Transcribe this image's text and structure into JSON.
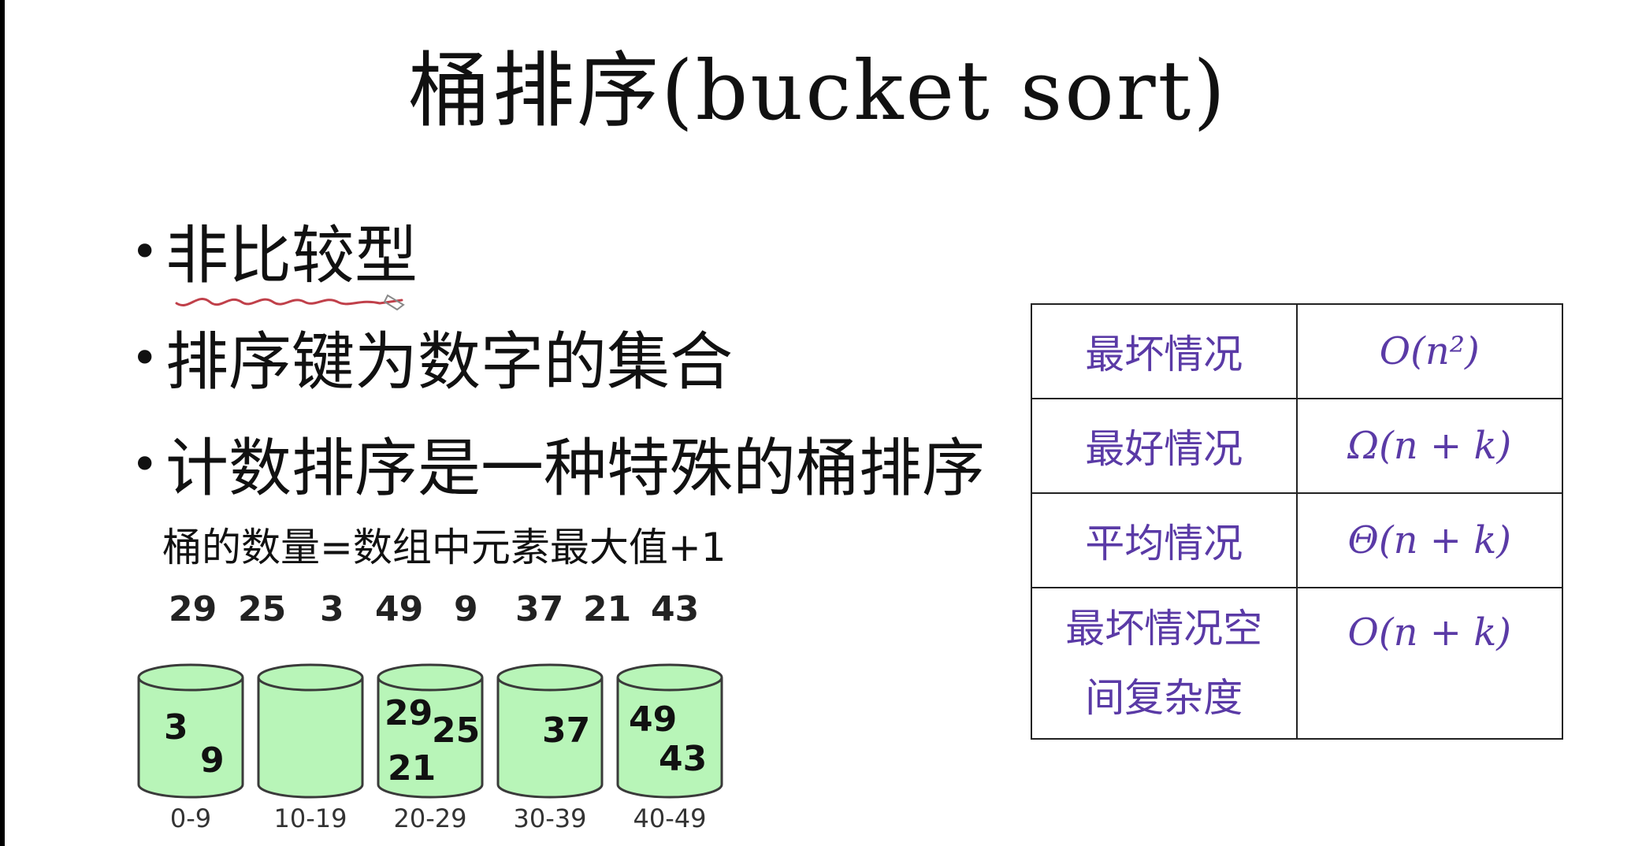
{
  "title": "桶排序(bucket sort)",
  "bullets": [
    "非比较型",
    "排序键为数字的集合",
    "计数排序是一种特殊的桶排序"
  ],
  "subtext": "桶的数量=数组中元素最大值+1",
  "numbers": [
    "29",
    "25",
    "3",
    "49",
    "9",
    "37",
    "21",
    "43"
  ],
  "buckets": [
    {
      "range": "0-9",
      "items": [
        "3",
        "9"
      ]
    },
    {
      "range": "10-19",
      "items": []
    },
    {
      "range": "20-29",
      "items": [
        "29",
        "25",
        "21"
      ]
    },
    {
      "range": "30-39",
      "items": [
        "37"
      ]
    },
    {
      "range": "40-49",
      "items": [
        "49",
        "43"
      ]
    }
  ],
  "table": [
    {
      "case": "最坏情况",
      "bound": "O(n²)"
    },
    {
      "case": "最好情况",
      "bound": "Ω(n + k)"
    },
    {
      "case": "平均情况",
      "bound": "Θ(n + k)"
    },
    {
      "case_line1": "最坏情况空",
      "case_line2": "间复杂度",
      "bound": "O(n + k)"
    }
  ],
  "colors": {
    "bucket_fill": "#b8f5b8",
    "bucket_stroke": "#3a3a3a",
    "table_text": "#5a3aa6",
    "annotation": "#c0404a"
  }
}
